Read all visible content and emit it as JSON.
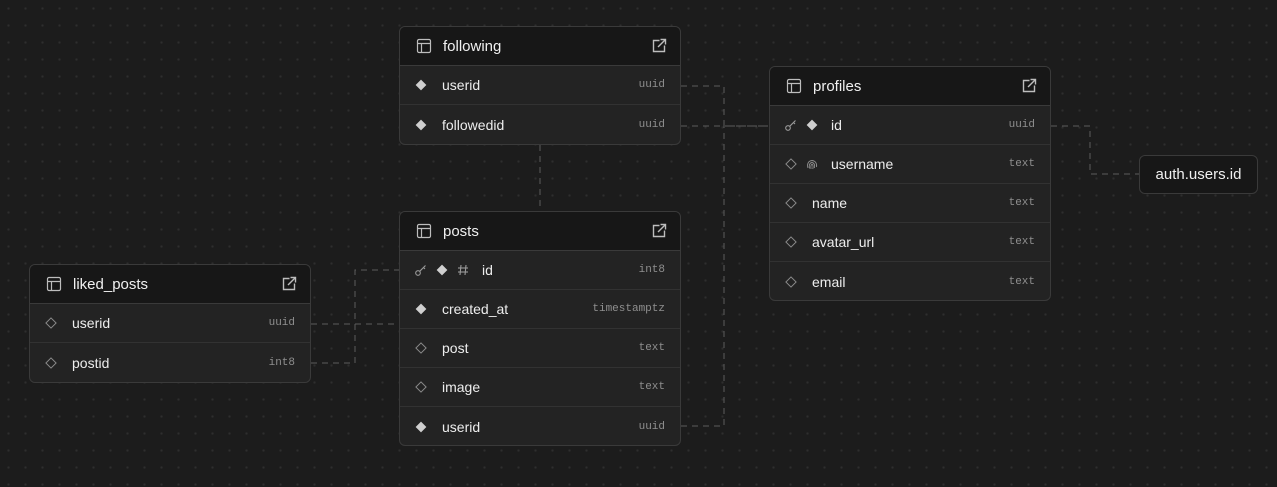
{
  "diagram": {
    "tables": [
      {
        "id": "following",
        "name": "following",
        "columns": [
          {
            "name": "userid",
            "type": "uuid",
            "icons": [
              "diamond-filled"
            ]
          },
          {
            "name": "followedid",
            "type": "uuid",
            "icons": [
              "diamond-filled"
            ]
          }
        ]
      },
      {
        "id": "profiles",
        "name": "profiles",
        "columns": [
          {
            "name": "id",
            "type": "uuid",
            "icons": [
              "key",
              "diamond-filled"
            ]
          },
          {
            "name": "username",
            "type": "text",
            "icons": [
              "diamond-outline",
              "fingerprint"
            ]
          },
          {
            "name": "name",
            "type": "text",
            "icons": [
              "diamond-outline"
            ]
          },
          {
            "name": "avatar_url",
            "type": "text",
            "icons": [
              "diamond-outline"
            ]
          },
          {
            "name": "email",
            "type": "text",
            "icons": [
              "diamond-outline"
            ]
          }
        ]
      },
      {
        "id": "posts",
        "name": "posts",
        "columns": [
          {
            "name": "id",
            "type": "int8",
            "icons": [
              "key",
              "diamond-filled",
              "hash"
            ]
          },
          {
            "name": "created_at",
            "type": "timestamptz",
            "icons": [
              "diamond-filled"
            ]
          },
          {
            "name": "post",
            "type": "text",
            "icons": [
              "diamond-outline"
            ]
          },
          {
            "name": "image",
            "type": "text",
            "icons": [
              "diamond-outline"
            ]
          },
          {
            "name": "userid",
            "type": "uuid",
            "icons": [
              "diamond-filled"
            ]
          }
        ]
      },
      {
        "id": "liked_posts",
        "name": "liked_posts",
        "columns": [
          {
            "name": "userid",
            "type": "uuid",
            "icons": [
              "diamond-outline"
            ]
          },
          {
            "name": "postid",
            "type": "int8",
            "icons": [
              "diamond-outline"
            ]
          }
        ]
      }
    ],
    "external": {
      "label": "auth.users.id"
    },
    "icons": {
      "table": "table-icon",
      "open": "external-link-icon"
    },
    "colors": {
      "background": "#1c1c1c",
      "table_bg": "#232323",
      "header_bg": "#171717",
      "border": "#3a3a3a",
      "edge": "#5a5a5a"
    }
  }
}
